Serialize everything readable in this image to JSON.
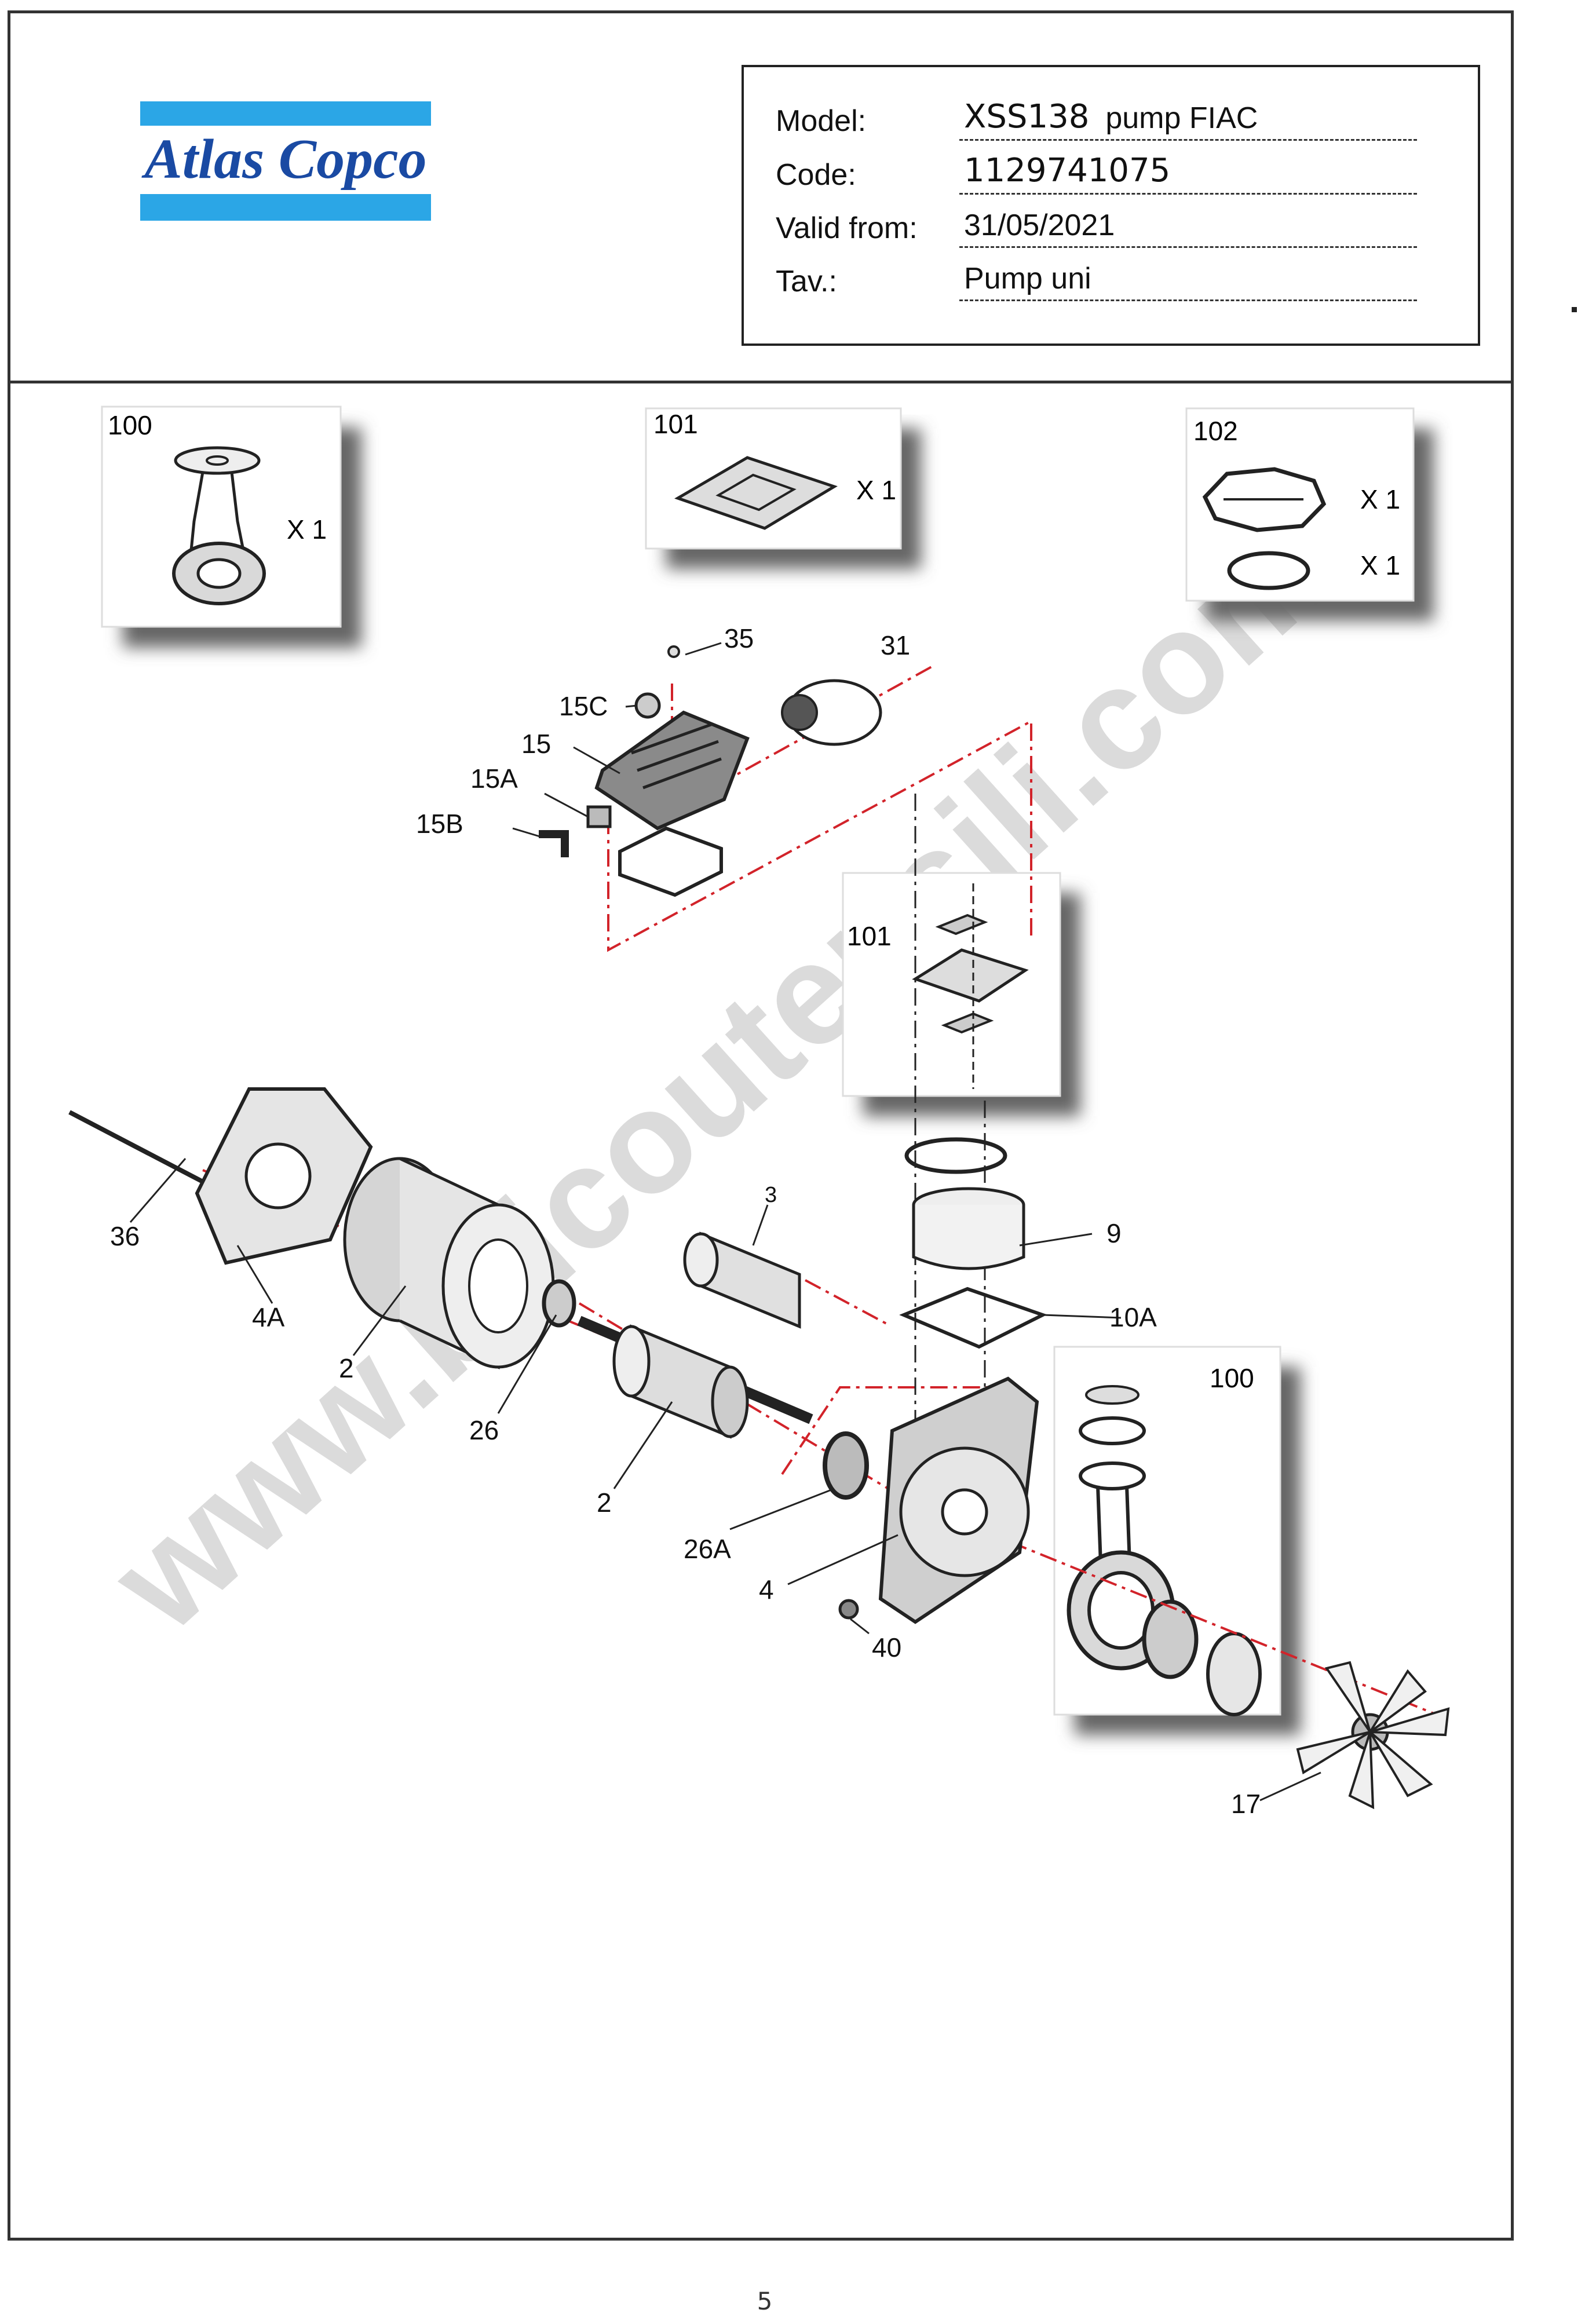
{
  "header": {
    "logo_text": "Atlas Copco",
    "brand_colors": {
      "logo_band": "#2ba6e6",
      "logo_text": "#1a4aa3"
    },
    "info": {
      "model_label": "Model:",
      "model_value_code": "XSS138",
      "model_value_desc": "pump FIAC",
      "code_label": "Code:",
      "code_value": "1129741075",
      "valid_label": "Valid from:",
      "valid_value": "31/05/2021",
      "tav_label": "Tav.:",
      "tav_value": "Pump uni"
    }
  },
  "kits": {
    "k100_top": {
      "number": "100",
      "qty": "X 1"
    },
    "k101_top": {
      "number": "101",
      "qty": "X 1"
    },
    "k102": {
      "number": "102",
      "qty1": "X 1",
      "qty2": "X 1"
    },
    "k101_mid": {
      "number": "101"
    },
    "k100_bottom": {
      "number": "100"
    }
  },
  "callouts": {
    "p35": "35",
    "p31": "31",
    "p15C": "15C",
    "p15": "15",
    "p15A": "15A",
    "p15B": "15B",
    "p36": "36",
    "p4A": "4A",
    "p2a": "2",
    "p26": "26",
    "p3": "3",
    "p2b": "2",
    "p26A": "26A",
    "p4": "4",
    "p40": "40",
    "p9": "9",
    "p10A": "10A",
    "p17": "17"
  },
  "watermark": "www.bricoutensili.com",
  "colors": {
    "leader_red": "#d2232a",
    "line_dark": "#222222",
    "watermark": "#c8c8c8"
  },
  "page_number": "5"
}
